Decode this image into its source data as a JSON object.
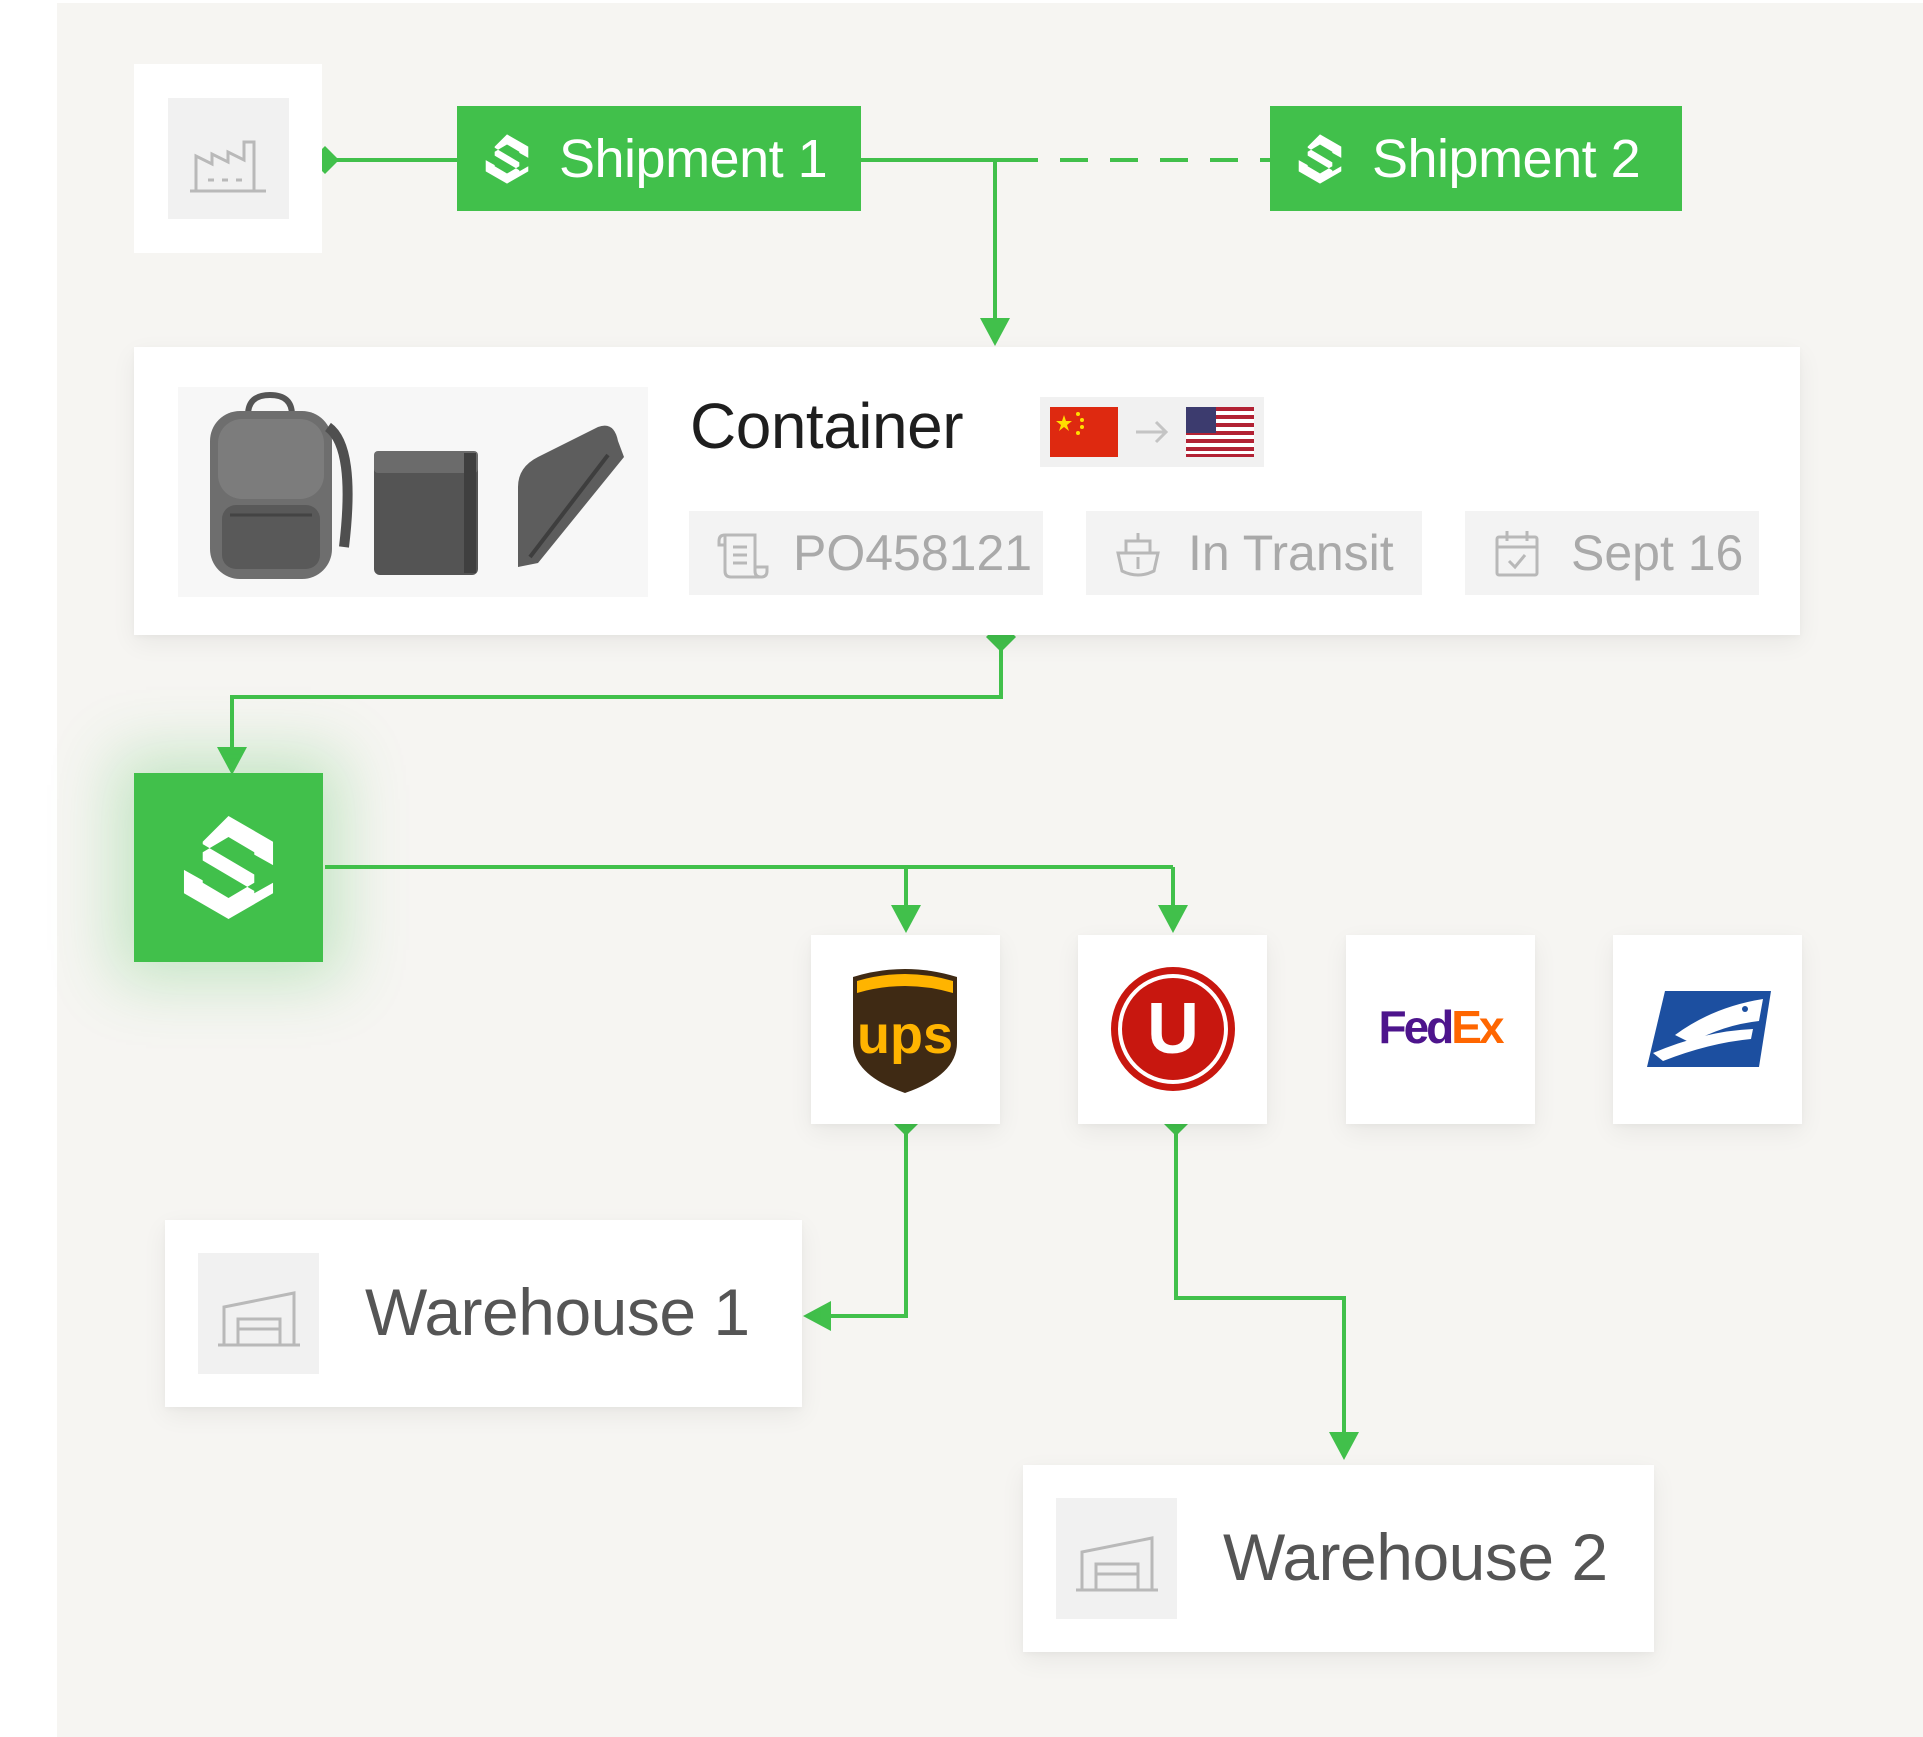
{
  "shipments": [
    {
      "label": "Shipment 1"
    },
    {
      "label": "Shipment 2"
    }
  ],
  "container": {
    "title": "Container",
    "origin_flag": "china-flag-icon",
    "destination_flag": "usa-flag-icon",
    "products": [
      "backpack-image",
      "wallet-image",
      "cardholder-image"
    ],
    "po_number": "PO458121",
    "status": "In Transit",
    "date": "Sept 16"
  },
  "carriers": [
    {
      "name": "ups",
      "text": "ups",
      "colors": {
        "shield": "#3f2a14",
        "accent": "#ffb400"
      }
    },
    {
      "name": "uniuni",
      "text": "U",
      "colors": {
        "circle": "#c8170f"
      }
    },
    {
      "name": "fedex",
      "text_a": "Fed",
      "text_b": "Ex",
      "colors": {
        "fed": "#4d148c",
        "ex": "#ff6600"
      }
    },
    {
      "name": "usps",
      "colors": {
        "blue": "#1c4fa0"
      }
    }
  ],
  "warehouses": [
    {
      "label": "Warehouse 1"
    },
    {
      "label": "Warehouse 2"
    }
  ],
  "colors": {
    "accent_green": "#41c04b",
    "background": "#f6f5f2",
    "card": "#ffffff",
    "muted_text": "#a9a9a9",
    "dark_text": "#1e1e1e"
  }
}
